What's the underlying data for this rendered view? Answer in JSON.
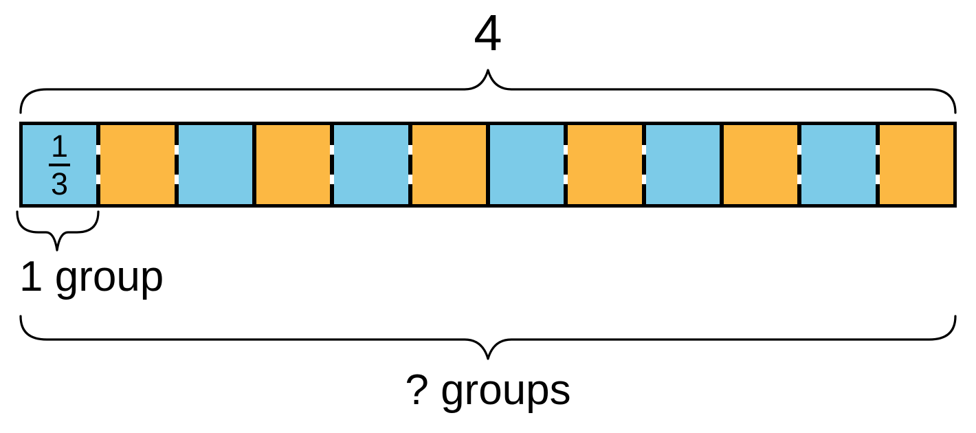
{
  "diagram": {
    "type": "tape-diagram",
    "description": "Division tape diagram: 4 divided into groups of one third",
    "total_label": "4",
    "fraction": {
      "numerator": "1",
      "denominator": "3"
    },
    "one_group_label": "1 group",
    "question_label": "? groups",
    "colors": {
      "blue": "#7CCBE8",
      "orange": "#FCB843",
      "stroke": "#000000",
      "background": "#FFFFFF"
    },
    "bar": {
      "segment_count": 12,
      "segments": [
        "blue",
        "orange",
        "blue",
        "orange",
        "blue",
        "orange",
        "blue",
        "orange",
        "blue",
        "orange",
        "blue",
        "orange"
      ],
      "separators": [
        "dashed",
        "dashed",
        "solid",
        "dashed",
        "dashed",
        "solid",
        "dashed",
        "dashed",
        "solid",
        "dashed",
        "dashed"
      ]
    }
  }
}
